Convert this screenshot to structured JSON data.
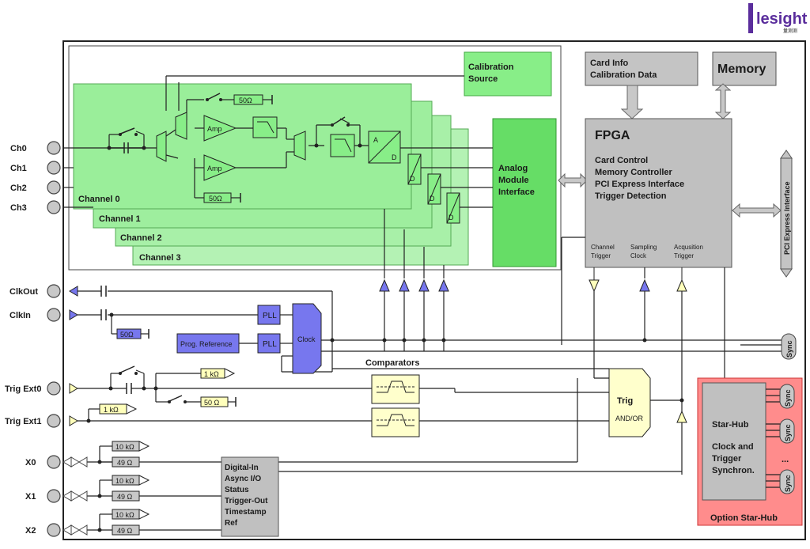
{
  "logo": {
    "main": "lesight",
    "sub": "量测测"
  },
  "inputs": {
    "channels": [
      "Ch0",
      "Ch1",
      "Ch2",
      "Ch3"
    ],
    "clkout": "ClkOut",
    "clkin": "ClkIn",
    "trig0": "Trig Ext0",
    "trig1": "Trig Ext1",
    "x": [
      "X0",
      "X1",
      "X2"
    ]
  },
  "channels": {
    "ch0": "Channel 0",
    "ch1": "Channel 1",
    "ch2": "Channel 2",
    "ch3": "Channel 3"
  },
  "amp": {
    "top": "Amp",
    "bottom": "Amp"
  },
  "resistors": {
    "r50_top": "50Ω",
    "r50_bottom": "50Ω",
    "r50_clk": "50Ω",
    "r1k_a": "1 kΩ",
    "r50_trig": "50 Ω",
    "r1k_b": "1 kΩ",
    "x0_10k": "10 kΩ",
    "x0_49": "49 Ω",
    "x1_10k": "10 kΩ",
    "x1_49": "49 Ω",
    "x2_10k": "10 kΩ",
    "x2_49": "49 Ω"
  },
  "adc": {
    "a": "A",
    "d": "D"
  },
  "calibration": [
    "Calibration",
    "Source"
  ],
  "analog_module": [
    "Analog",
    "Module",
    "Interface"
  ],
  "card_info": [
    "Card Info",
    "Calibration Data"
  ],
  "memory": "Memory",
  "fpga": {
    "title": "FPGA",
    "lines": [
      "Card Control",
      "Memory Controller",
      "PCI Express Interface",
      "Trigger Detection"
    ],
    "channel_trigger": [
      "Channel",
      "Trigger"
    ],
    "sampling_clock": [
      "Sampling",
      "Clock"
    ],
    "acq_trigger": [
      "Acqusition",
      "Trigger"
    ]
  },
  "pci": "PCI Express Interface",
  "pll": {
    "a": "PLL",
    "b": "PLL"
  },
  "prog_ref": "Prog. Reference",
  "clock": "Clock",
  "comparators": "Comparators",
  "trig_block": {
    "title": "Trig",
    "sub": "AND/OR"
  },
  "digital": [
    "Digital-In",
    "Async I/O",
    "Status",
    "Trigger-Out",
    "Timestamp",
    "Ref"
  ],
  "sync": "Sync",
  "starhub": {
    "title": "Star-Hub",
    "lines": [
      "Clock and",
      "Trigger",
      "Synchron."
    ],
    "dots": "...",
    "footer": "Option Star-Hub"
  },
  "colors": {
    "green": "#99ee99",
    "green_dark": "#55cc55",
    "blue": "#7777ee",
    "gray": "#c0c0c0",
    "yellow": "#ffffcc",
    "red": "#ff8888"
  }
}
